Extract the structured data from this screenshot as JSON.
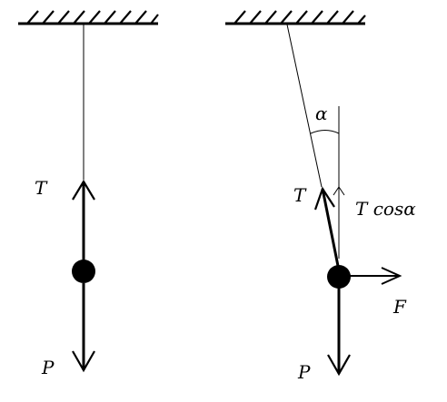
{
  "left_diagram": {
    "tension_label": "T",
    "weight_label": "P"
  },
  "right_diagram": {
    "angle_label": "α",
    "tension_label": "T",
    "vertical_component_label": "T cosα",
    "force_label": "F",
    "weight_label": "P"
  },
  "colors": {
    "ink": "#000000",
    "background": "#ffffff"
  }
}
